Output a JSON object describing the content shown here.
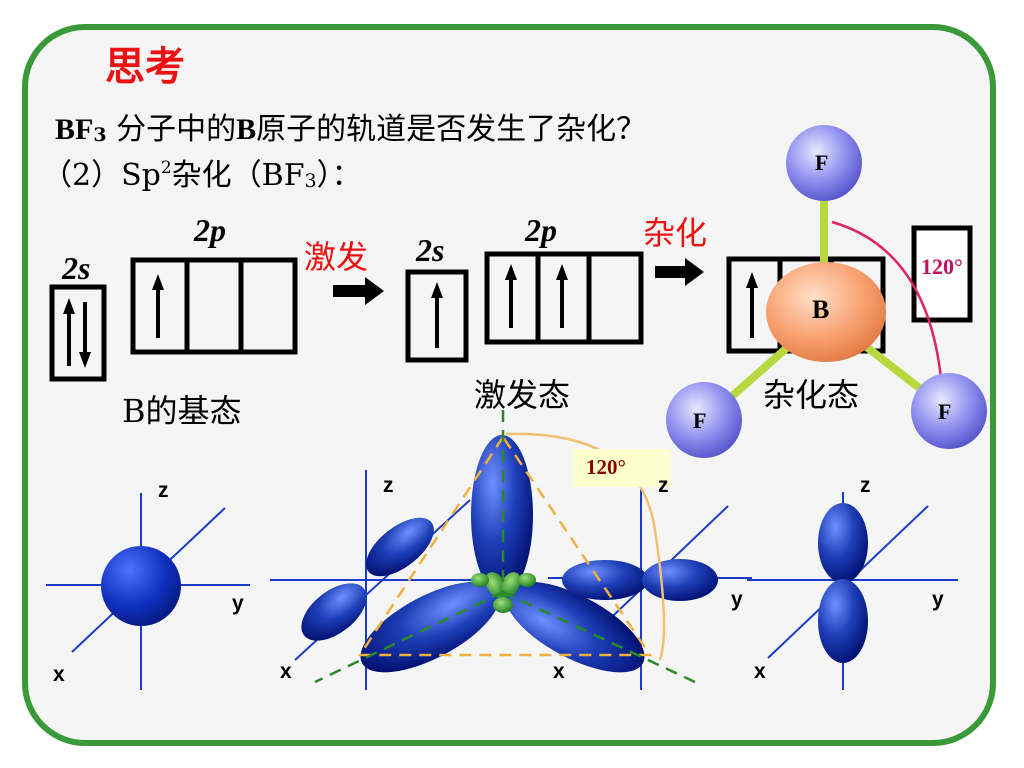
{
  "title": "思考",
  "question": {
    "molecule": "BF",
    "molecule_sub": "3",
    "text1": " 分子中的",
    "atom": "B",
    "text2": "原子的轨道是否发生了杂化？"
  },
  "subheading": {
    "prefix": "（2）Sp",
    "sup": "2",
    "middle": "杂化（BF",
    "sub": "3",
    "suffix": "）："
  },
  "orbitals": {
    "s": "2s",
    "p": "2p"
  },
  "arrows": {
    "excite": "激发",
    "hybridize": "杂化"
  },
  "states": {
    "ground": "B的基态",
    "excited": "激发态",
    "hybrid": "杂化态"
  },
  "molecule": {
    "center": "B",
    "ligand": "F"
  },
  "angle": "120°",
  "angle_small": "120°",
  "axes": {
    "z": "z",
    "y": "y",
    "x": "x"
  },
  "colors": {
    "frame": "#3a9a3a",
    "lobe": "#1a3cb0",
    "red": "#ee1111",
    "fluorine": "#8080f0",
    "boron": "#f8a070"
  }
}
